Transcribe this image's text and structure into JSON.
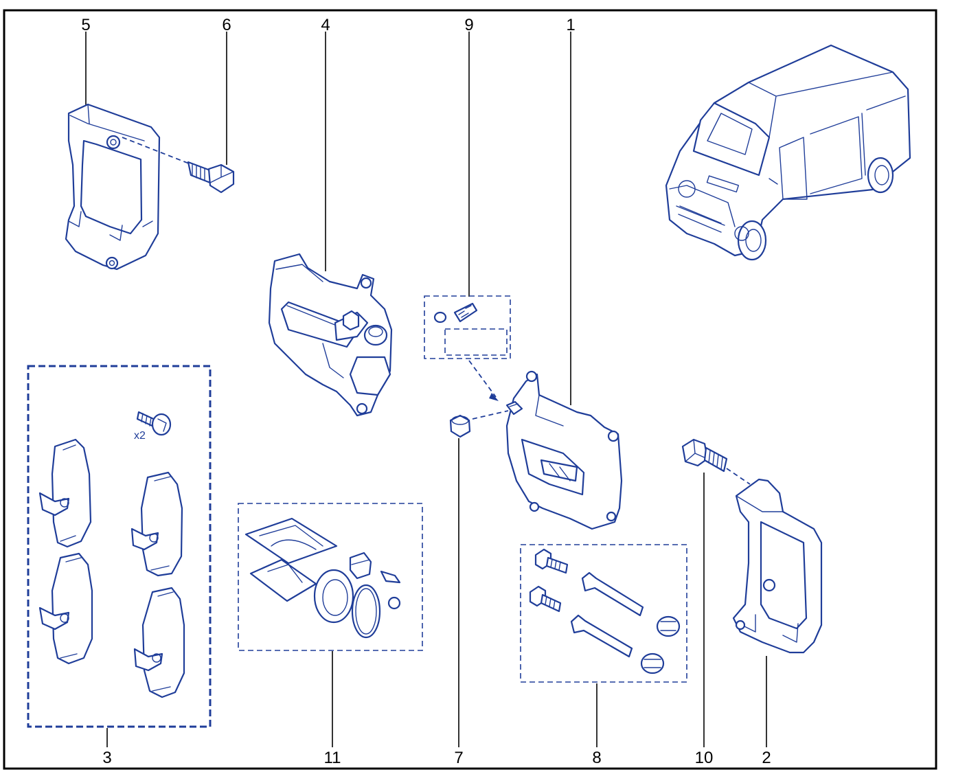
{
  "diagram": {
    "colors": {
      "line": "#1f3d99",
      "text": "#000000",
      "background": "#ffffff",
      "frame": "#000000"
    },
    "callouts": [
      {
        "id": "c5",
        "label": "5"
      },
      {
        "id": "c6",
        "label": "6"
      },
      {
        "id": "c4",
        "label": "4"
      },
      {
        "id": "c9",
        "label": "9"
      },
      {
        "id": "c1",
        "label": "1"
      },
      {
        "id": "c3",
        "label": "3"
      },
      {
        "id": "c11",
        "label": "11"
      },
      {
        "id": "c7",
        "label": "7"
      },
      {
        "id": "c8",
        "label": "8"
      },
      {
        "id": "c10",
        "label": "10"
      },
      {
        "id": "c2",
        "label": "2"
      }
    ],
    "quantity_note": "x2",
    "icons": [
      "caliper-bracket-icon",
      "bolt-icon",
      "brake-caliper-icon",
      "bleed-screw-icon",
      "brake-pad-icon",
      "repair-kit-icon",
      "guide-pin-icon",
      "dust-cap-icon",
      "van-icon"
    ]
  }
}
